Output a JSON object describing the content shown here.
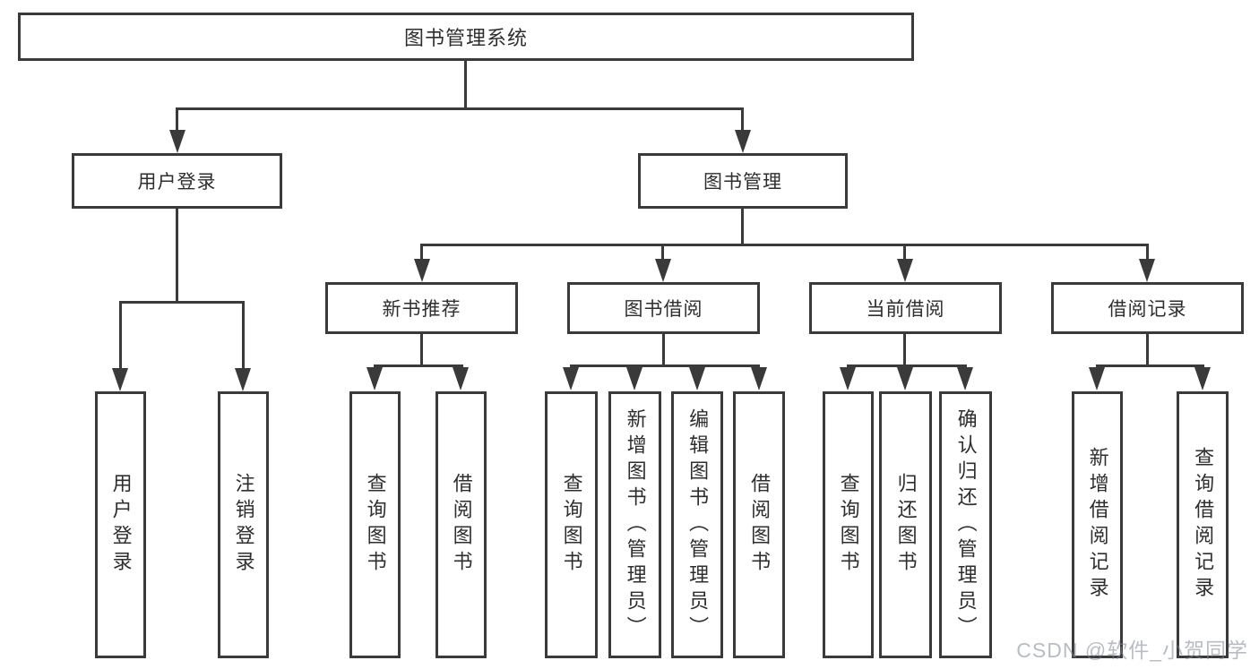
{
  "tree": {
    "root": {
      "label": "图书管理系统"
    },
    "user": {
      "label": "用户登录",
      "children": [
        {
          "label": "用户登录"
        },
        {
          "label": "注销登录"
        }
      ]
    },
    "manage": {
      "label": "图书管理",
      "groups": [
        {
          "label": "新书推荐",
          "children": [
            {
              "label": "查询图书"
            },
            {
              "label": "借阅图书"
            }
          ]
        },
        {
          "label": "图书借阅",
          "children": [
            {
              "label": "查询图书"
            },
            {
              "label": "新增图书（管理员）"
            },
            {
              "label": "编辑图书（管理员）"
            },
            {
              "label": "借阅图书"
            }
          ]
        },
        {
          "label": "当前借阅",
          "children": [
            {
              "label": "查询图书"
            },
            {
              "label": "归还图书"
            },
            {
              "label": "确认归还（管理员）"
            }
          ]
        },
        {
          "label": "借阅记录",
          "children": [
            {
              "label": "新增借阅记录"
            },
            {
              "label": "查询借阅记录"
            }
          ]
        }
      ]
    }
  },
  "watermark": {
    "text": "CSDN @软件_小贺同学"
  },
  "colors": {
    "line": "#3a3a3a",
    "text": "#2e2e2e",
    "background": "#ffffff",
    "watermark": "#b9bec4"
  }
}
